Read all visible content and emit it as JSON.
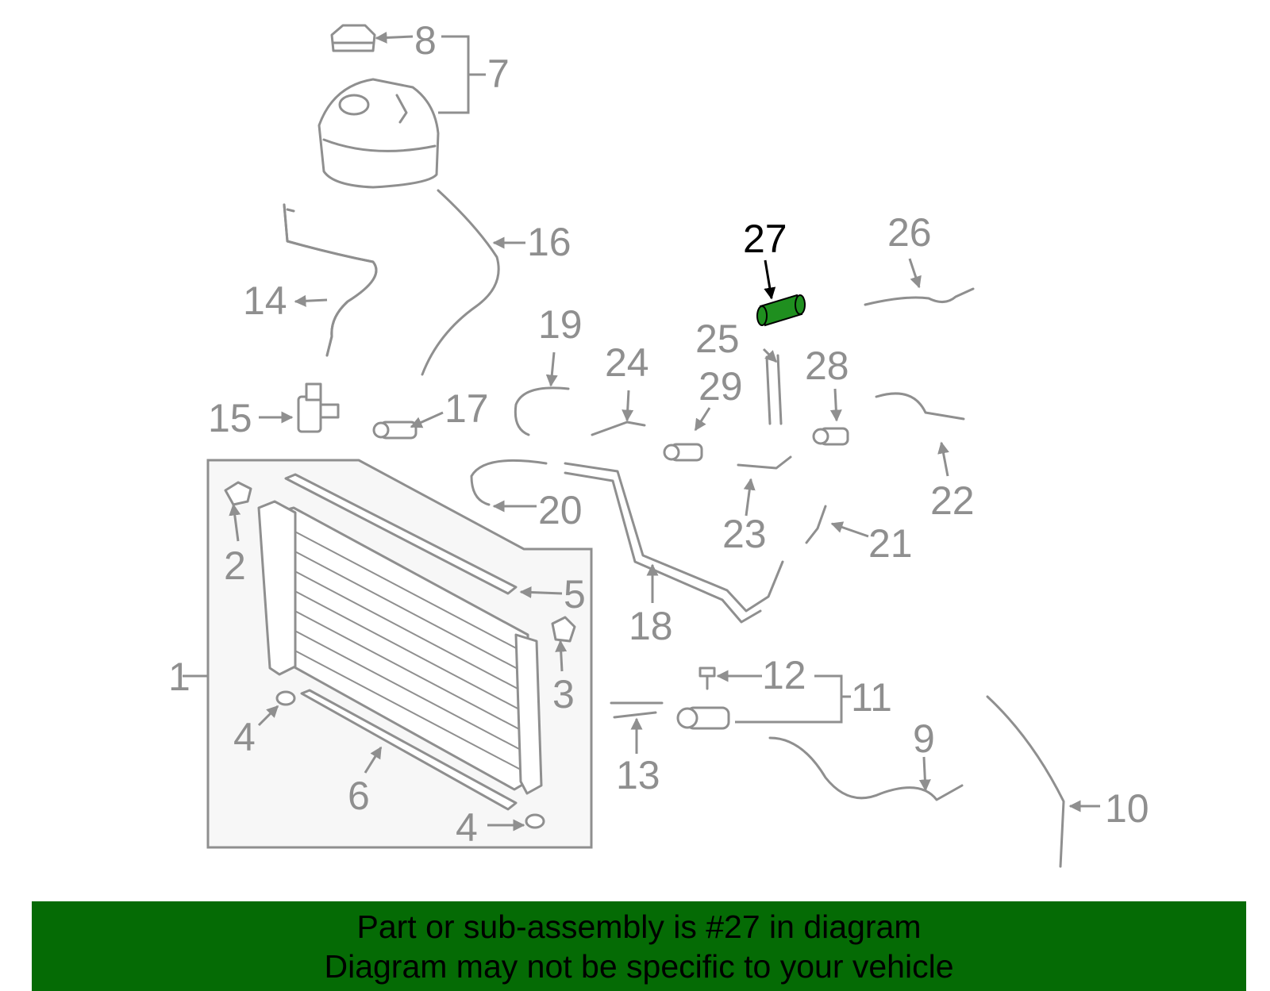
{
  "diagram": {
    "callouts": [
      "1",
      "2",
      "3",
      "4",
      "4",
      "5",
      "6",
      "7",
      "8",
      "9",
      "10",
      "11",
      "12",
      "13",
      "14",
      "15",
      "16",
      "17",
      "18",
      "19",
      "20",
      "21",
      "22",
      "23",
      "24",
      "25",
      "26",
      "27",
      "28",
      "29"
    ],
    "highlighted_part": "27",
    "highlight_color": "#1f8f1f",
    "line_color": "#8f8f8f"
  },
  "banner": {
    "line1": "Part or sub-assembly is #27 in diagram",
    "line2": "Diagram may not be specific to your vehicle",
    "background": "#056b05"
  }
}
